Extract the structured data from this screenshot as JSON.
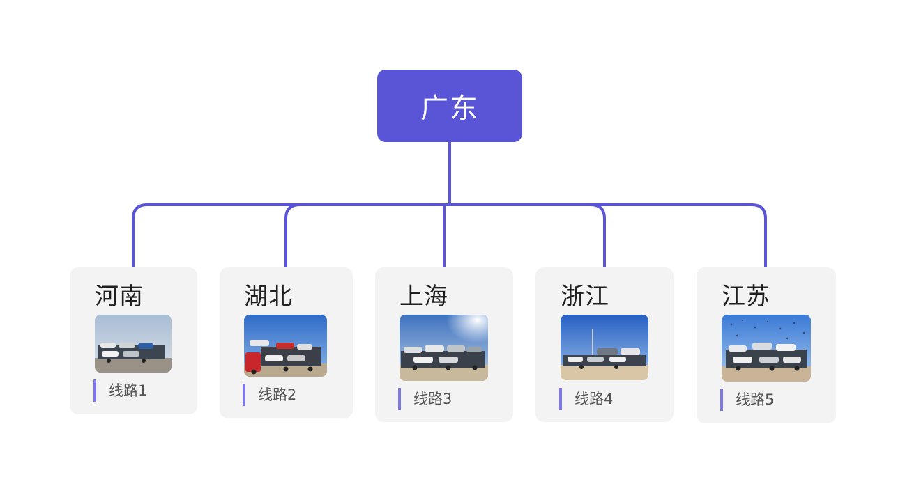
{
  "root": {
    "label": "广东"
  },
  "children": [
    {
      "province": "河南",
      "route": "线路1",
      "photo": "car-transport-truck-photo"
    },
    {
      "province": "湖北",
      "route": "线路2",
      "photo": "car-transport-truck-photo"
    },
    {
      "province": "上海",
      "route": "线路3",
      "photo": "car-transport-truck-photo"
    },
    {
      "province": "浙江",
      "route": "线路4",
      "photo": "car-transport-truck-photo"
    },
    {
      "province": "江苏",
      "route": "线路5",
      "photo": "car-transport-truck-photo"
    }
  ],
  "colors": {
    "accent": "#5a55d6",
    "card_bg": "#f3f3f3",
    "route_bar": "#7d78e4"
  }
}
